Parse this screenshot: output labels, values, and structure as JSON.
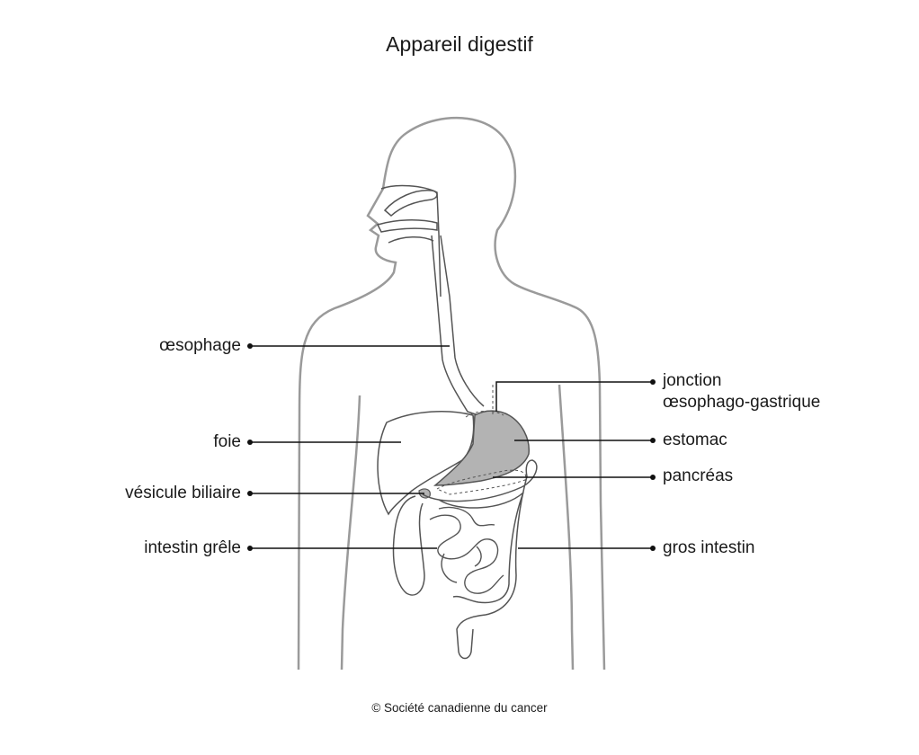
{
  "title": "Appareil digestif",
  "credit": "© Société canadienne du cancer",
  "labels": {
    "esophagus": "œsophage",
    "liver": "foie",
    "gallbladder": "vésicule biliaire",
    "small_intestine": "intestin grêle",
    "gej_line1": "jonction",
    "gej_line2": "œsophago-gastrique",
    "stomach": "estomac",
    "pancreas": "pancréas",
    "large_intestine": "gros intestin"
  },
  "colors": {
    "body_outline": "#9a9a9a",
    "organ_outline": "#555555",
    "organ_fill": "#b3b3b3",
    "leader": "#111111"
  }
}
